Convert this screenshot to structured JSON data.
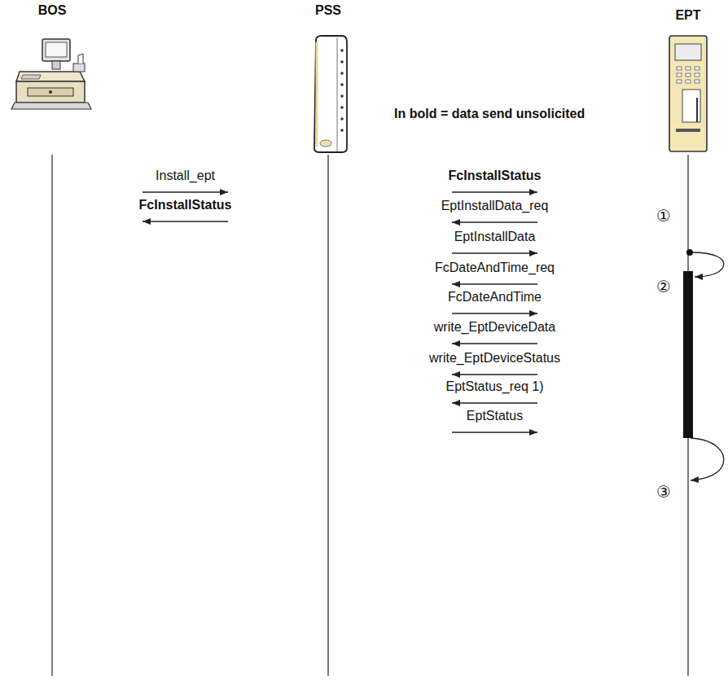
{
  "diagram": {
    "nodes": [
      {
        "text": [
          "BOS"
        ]
      },
      {
        "text": [
          "PSS"
        ]
      },
      {
        "text": [
          "EPT"
        ]
      }
    ],
    "edges": [
      {
        "from": 0,
        "to": 1,
        "arrow": "to",
        "label": "Install_ept"
      },
      {
        "from": 1,
        "to": 0,
        "arrow": "to",
        "label": "FcInstallStatus"
      },
      {
        "from": 1,
        "to": 2,
        "arrow": "to",
        "label": "FcInstallStatus"
      },
      {
        "from": 2,
        "to": 1,
        "arrow": "to",
        "label": "EptInstallData_req"
      },
      {
        "from": 1,
        "to": 2,
        "arrow": "to",
        "label": "EptInstallData"
      },
      {
        "from": 2,
        "to": 1,
        "arrow": "to",
        "label": "FcDateAndTime_req"
      },
      {
        "from": 1,
        "to": 2,
        "arrow": "to",
        "label": "FcDateAndTime"
      },
      {
        "from": 2,
        "to": 1,
        "arrow": "to",
        "label": "write_EptDeviceData"
      },
      {
        "from": 2,
        "to": 1,
        "arrow": "to",
        "label": "write_EptDeviceStatus"
      },
      {
        "from": 2,
        "to": 1,
        "arrow": "to",
        "label": "EptStatus_req 1)"
      },
      {
        "from": 1,
        "to": 2,
        "arrow": "to",
        "label": "EptStatus"
      }
    ],
    "labels": [
      "In bold = data send unsolicited",
      "①",
      "②",
      "③"
    ]
  }
}
